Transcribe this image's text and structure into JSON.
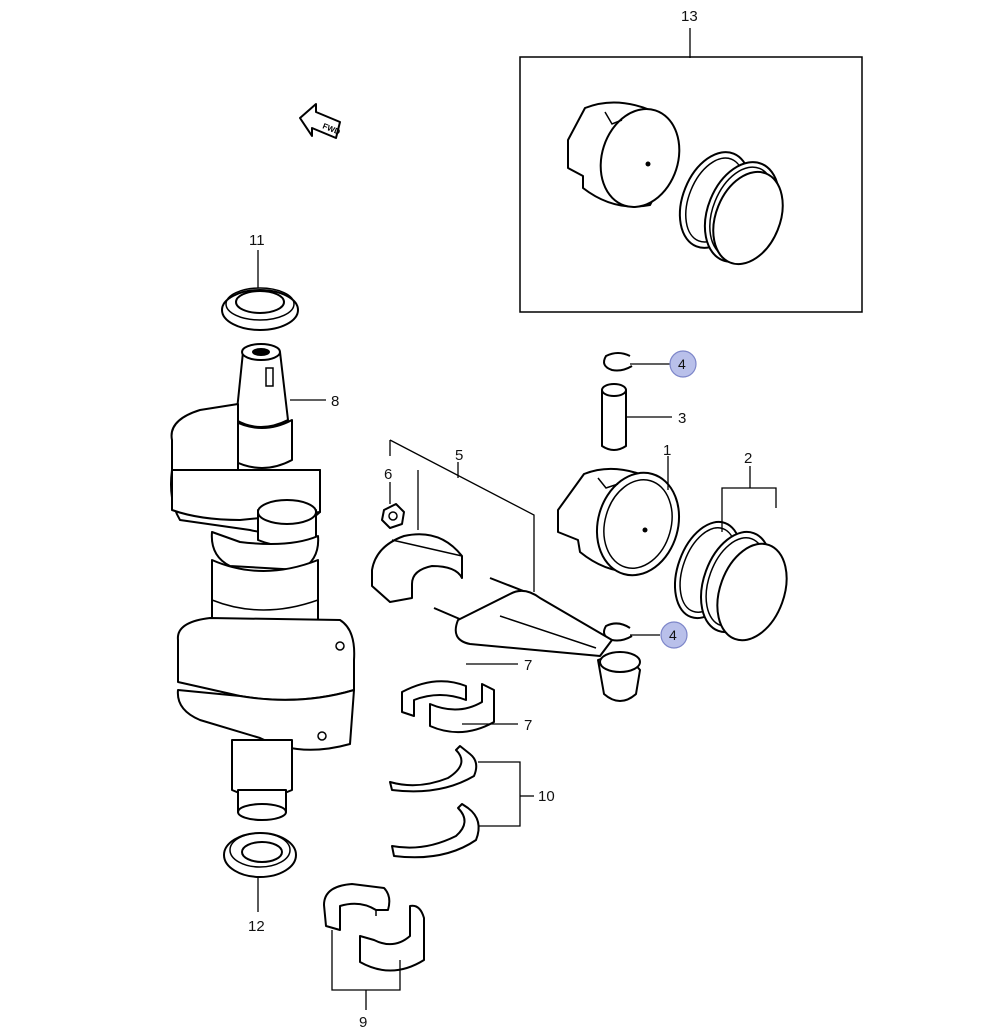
{
  "fwd_text": "FWD",
  "labels": {
    "p1": "1",
    "p2": "2",
    "p3": "3",
    "p4a": "4",
    "p4b": "4",
    "p5": "5",
    "p6": "6",
    "p7a": "7",
    "p7b": "7",
    "p8": "8",
    "p9": "9",
    "p10": "10",
    "p11": "11",
    "p12": "12",
    "p13": "13"
  },
  "colors": {
    "line": "#000000",
    "callout_fill": "#b9c0ea",
    "callout_stroke": "#7d86c9"
  }
}
